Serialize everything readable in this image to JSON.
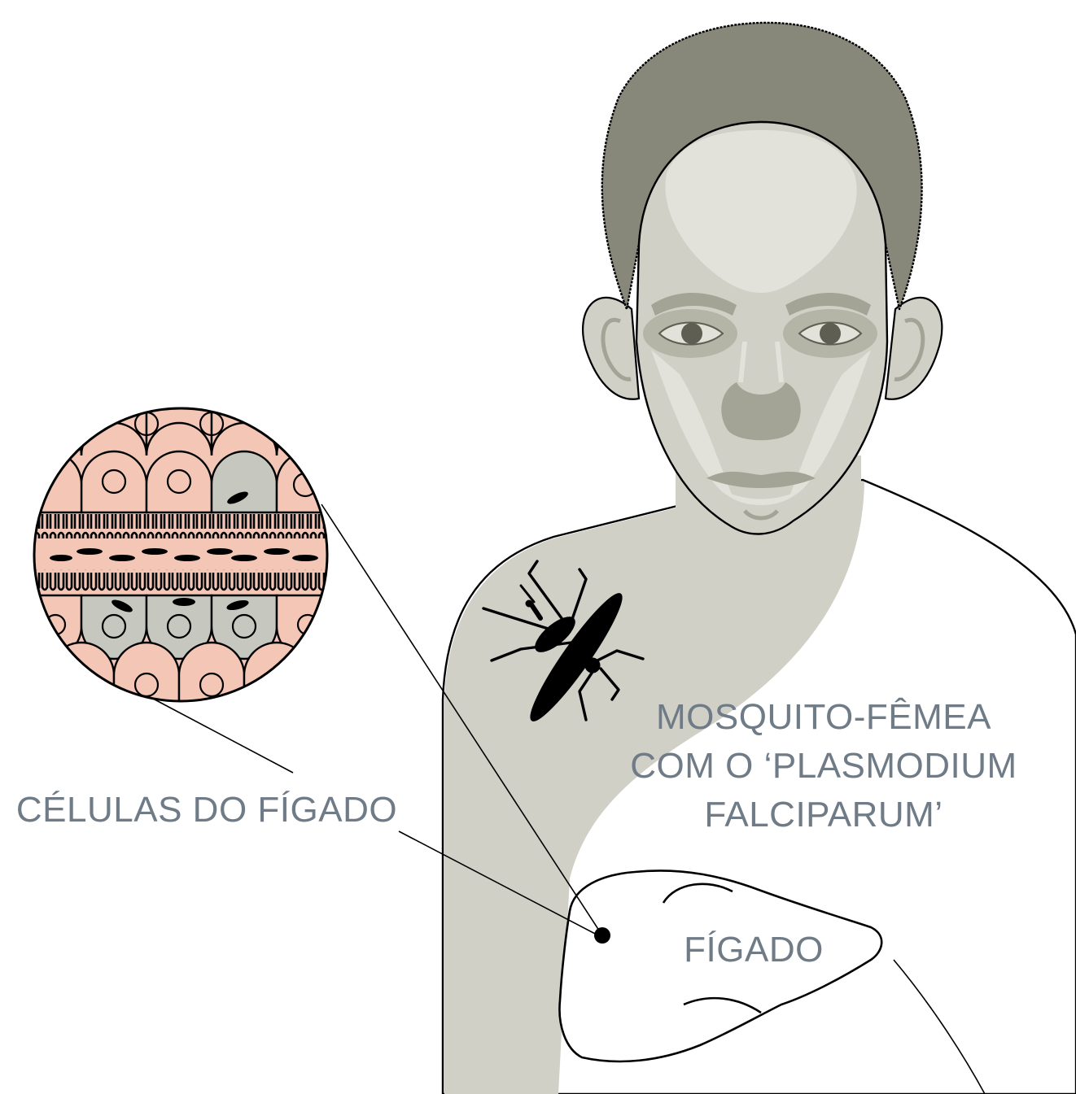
{
  "labels": {
    "mosquito": [
      "MOSQUITO-FÊMEA",
      "COM O ‘PLASMODIUM",
      "FALCIPARUM’"
    ],
    "liver_cells": "CÉLULAS DO FÍGADO",
    "liver": "FÍGADO"
  },
  "colors": {
    "skin": "#d0d0c7",
    "skin_light": "#e2e2da",
    "skin_shadow": "#a4a496",
    "hair": "#87877a",
    "outline": "#000000",
    "label_text": "#6f7b86",
    "cell_pink": "#f4c6b6",
    "cell_gray": "#c6c8c0",
    "background": "#ffffff"
  }
}
